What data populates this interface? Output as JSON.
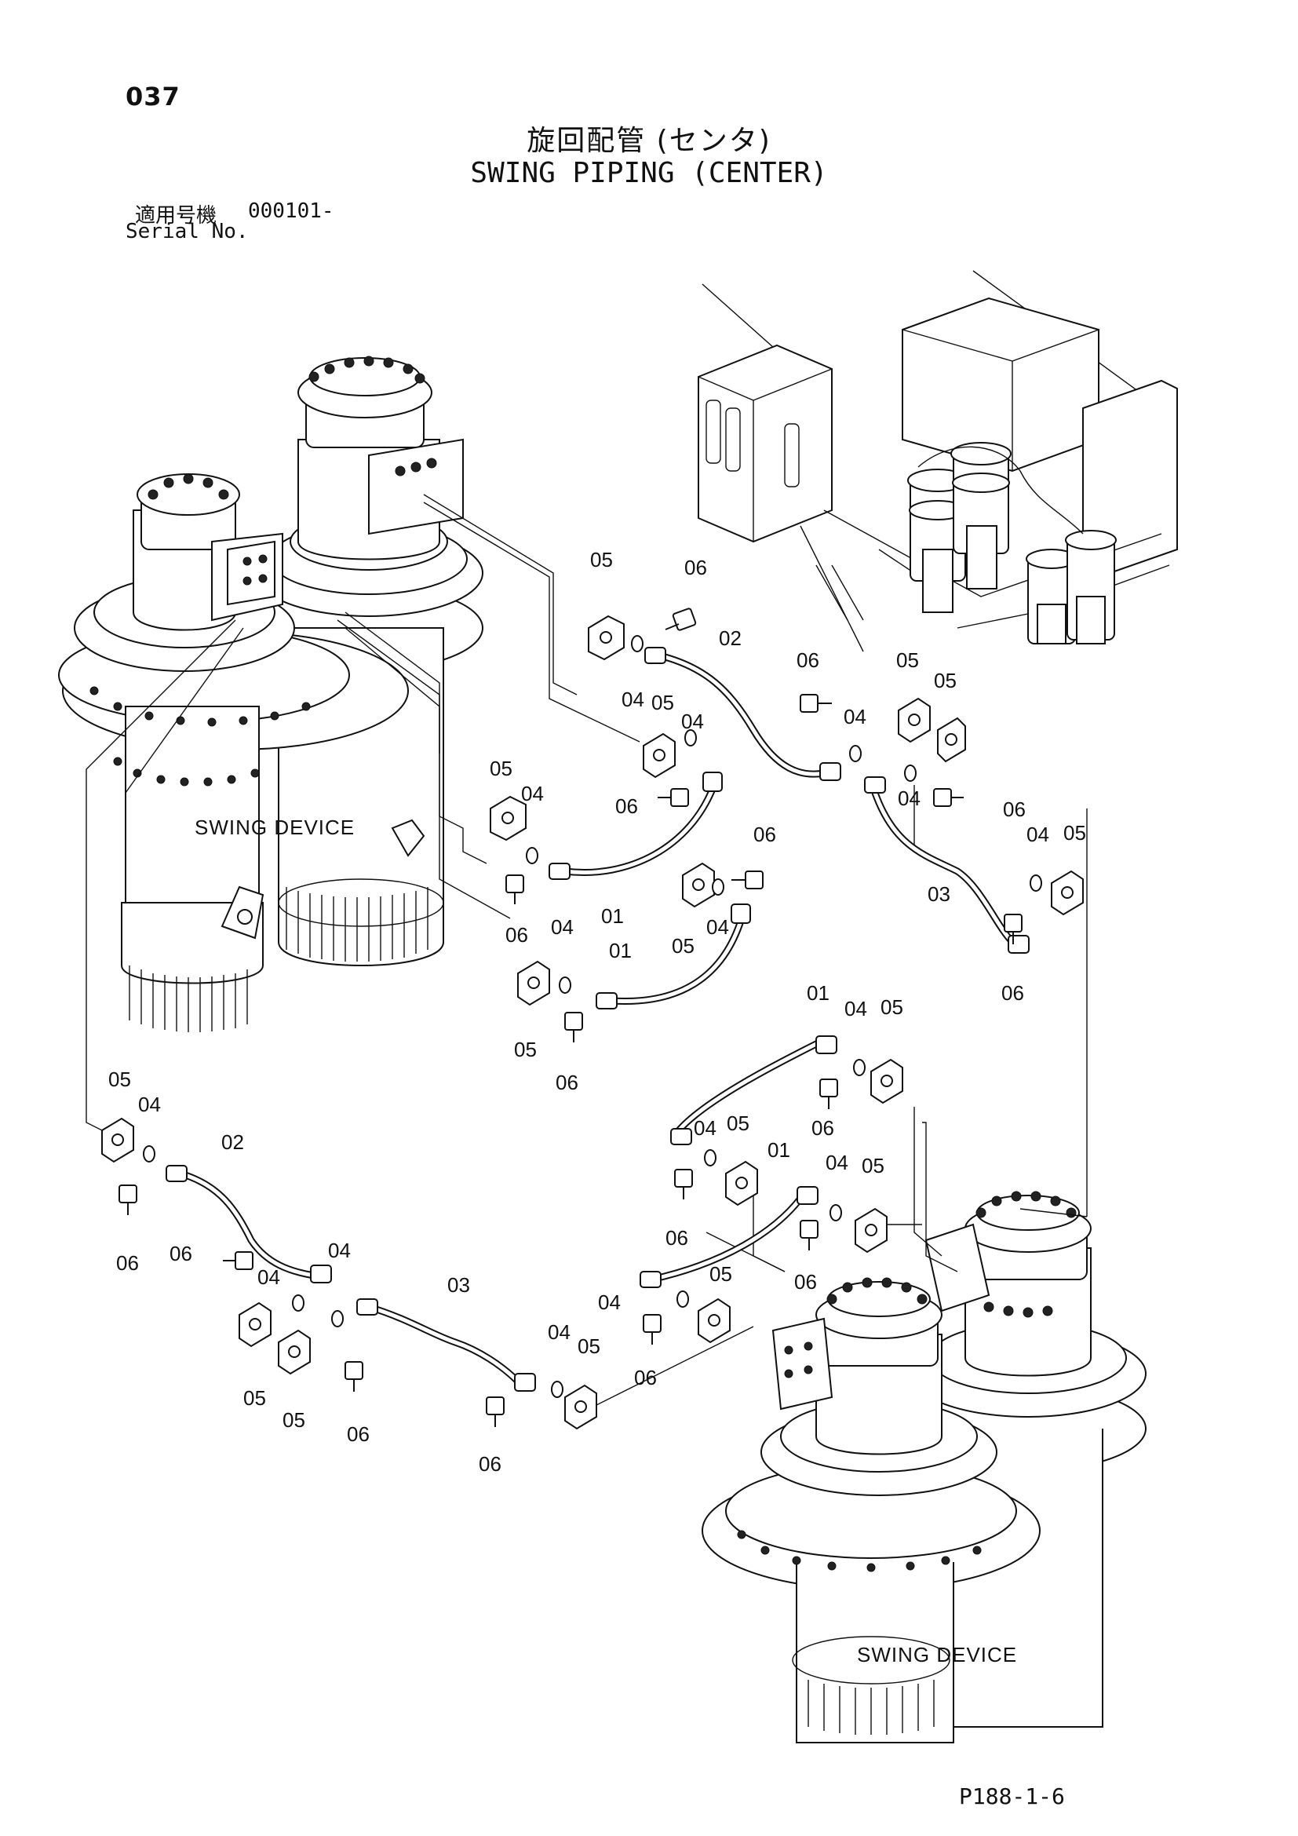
{
  "header": {
    "page_number": "037",
    "title_jp": "旋回配管 (センタ)",
    "title_en": "SWING PIPING (CENTER)",
    "serial_label_jp": "適用号機",
    "serial_value": "000101-",
    "serial_label_en": "Serial No."
  },
  "labels": {
    "swing_device_left": "SWING DEVICE",
    "swing_device_right": "SWING DEVICE"
  },
  "callouts": {
    "c1": "05",
    "c2": "06",
    "c3": "02",
    "c4": "04",
    "c5": "06",
    "c6": "05",
    "c7": "05",
    "c8": "04",
    "c9": "05",
    "c10": "04",
    "c11": "06",
    "c12": "04",
    "c13": "06",
    "c14": "05",
    "c15": "04",
    "c16": "03",
    "c17": "04",
    "c18": "05",
    "c19": "06",
    "c20": "01",
    "c21": "06",
    "c22": "05",
    "c23": "04",
    "c24": "04",
    "c25": "01",
    "c26": "06",
    "c27": "05",
    "c28": "06",
    "c29": "01",
    "c30": "04",
    "c31": "05",
    "c32": "06",
    "c33": "05",
    "c34": "04",
    "c35": "02",
    "c36": "04",
    "c37": "05",
    "c38": "01",
    "c39": "04",
    "c40": "05",
    "c41": "06",
    "c42": "06",
    "c43": "04",
    "c44": "06",
    "c45": "04",
    "c46": "03",
    "c47": "05",
    "c48": "04",
    "c49": "05",
    "c50": "04",
    "c51": "06",
    "c52": "05",
    "c53": "05",
    "c54": "06",
    "c55": "06",
    "c56": "06"
  },
  "footer": {
    "figure_code": "P188-1-6"
  }
}
